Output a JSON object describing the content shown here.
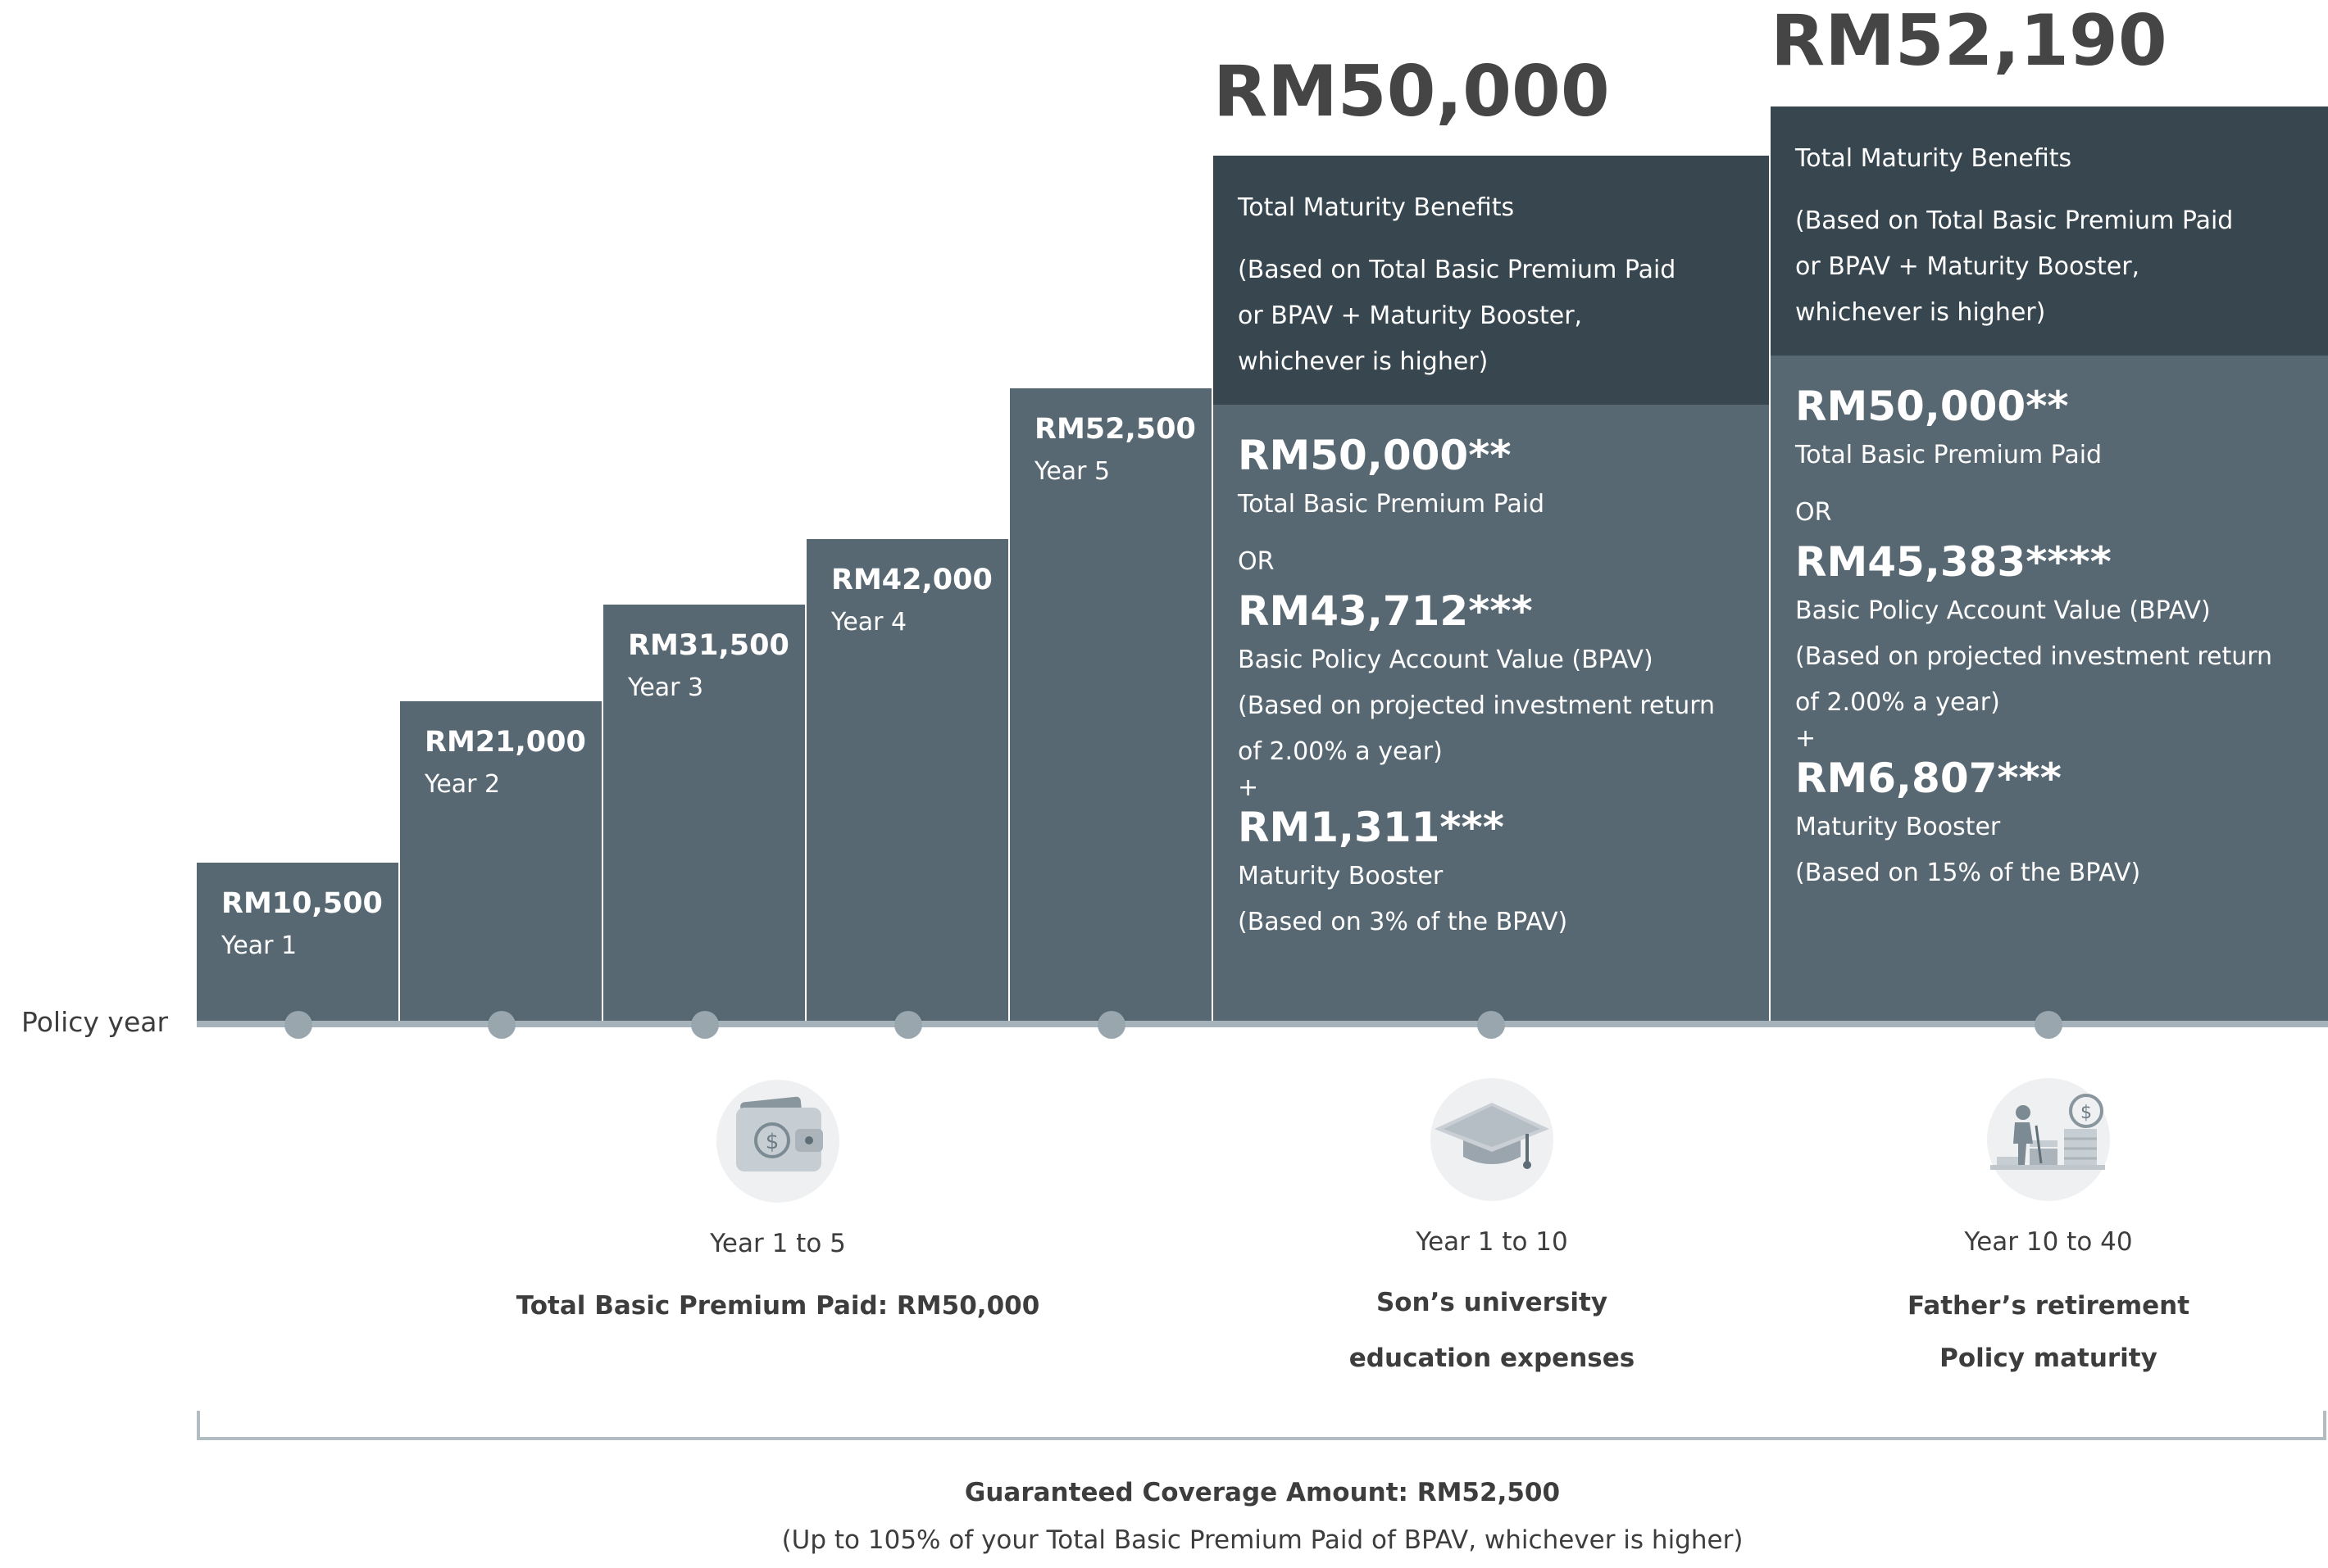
{
  "axis": {
    "label": "Policy year"
  },
  "steps": [
    {
      "value": "RM10,500",
      "year": "Year 1"
    },
    {
      "value": "RM21,000",
      "year": "Year 2"
    },
    {
      "value": "RM31,500",
      "year": "Year 3"
    },
    {
      "value": "RM42,000",
      "year": "Year 4"
    },
    {
      "value": "RM52,500",
      "year": "Year 5"
    }
  ],
  "maturity1": {
    "total": "RM50,000",
    "heading": "Total Maturity Benefits",
    "basis_lines": [
      "(Based on Total Basic Premium Paid",
      "or BPAV + Maturity Booster,",
      "whichever is higher)"
    ],
    "premium_value": "RM50,000**",
    "premium_label": "Total Basic Premium Paid",
    "or": "OR",
    "bpav_value": "RM43,712***",
    "bpav_label": "Basic Policy Account Value (BPAV)",
    "bpav_note_lines": [
      "(Based on projected investment return",
      "of 2.00% a year)"
    ],
    "plus": "+",
    "booster_value": "RM1,311***",
    "booster_label": "Maturity Booster",
    "booster_note": "(Based on 3% of the BPAV)"
  },
  "maturity2": {
    "total": "RM52,190",
    "heading": "Total Maturity Benefits",
    "basis_lines": [
      "(Based on Total Basic Premium Paid",
      "or BPAV + Maturity Booster,",
      "whichever is higher)"
    ],
    "premium_value": "RM50,000**",
    "premium_label": "Total Basic Premium Paid",
    "or": "OR",
    "bpav_value": "RM45,383****",
    "bpav_label": "Basic Policy Account Value (BPAV)",
    "bpav_note_lines": [
      "(Based on projected investment return",
      "of 2.00% a year)"
    ],
    "plus": "+",
    "booster_value": "RM6,807***",
    "booster_label": "Maturity Booster",
    "booster_note": "(Based on 15% of the BPAV)"
  },
  "milestones": [
    {
      "icon": "wallet-icon",
      "period": "Year 1 to 5",
      "lines": [
        "Total Basic Premium Paid: RM50,000"
      ]
    },
    {
      "icon": "graduation-cap-icon",
      "period": "Year 1 to 10",
      "lines": [
        "Son’s university",
        "education expenses"
      ]
    },
    {
      "icon": "retirement-savings-icon",
      "period": "Year 10 to 40",
      "lines": [
        "Father’s retirement",
        "Policy maturity"
      ]
    }
  ],
  "coverage": {
    "title": "Guaranteed Coverage Amount: RM52,500",
    "note": "(Up to 105% of your Total Basic Premium Paid of BPAV, whichever is higher)"
  },
  "colors": {
    "bar": "#576873",
    "bar_head": "#37464f",
    "axis": "#a7b3bb",
    "dot": "#9aa6ae"
  }
}
